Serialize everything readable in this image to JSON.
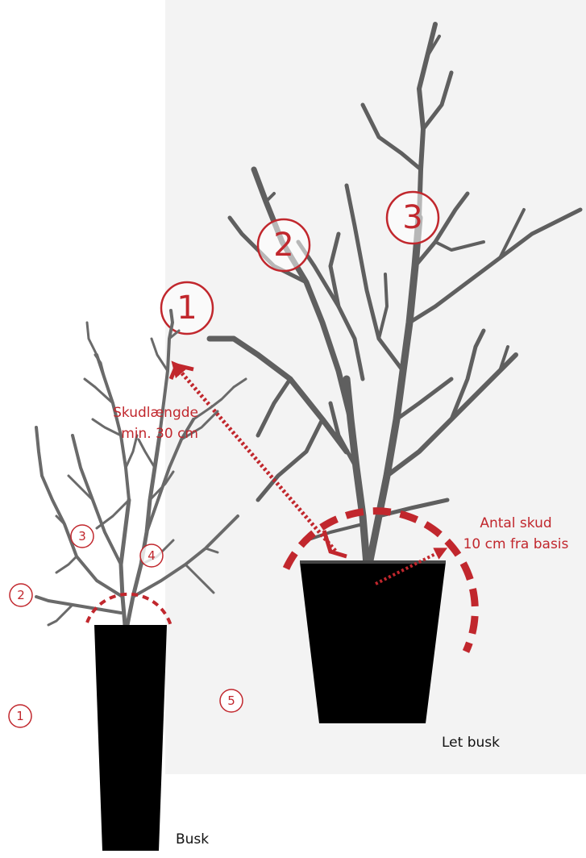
{
  "large_plant": {
    "shoot_numbers": [
      "1",
      "2",
      "3"
    ],
    "shoot_length_label_line1": "Skudlængde",
    "shoot_length_label_line2": "min. 30 cm",
    "count_label_line1": "Antal skud",
    "count_label_line2": "10 cm fra basis",
    "caption": "Let busk"
  },
  "small_plant": {
    "shoot_numbers": [
      "1",
      "2",
      "3",
      "4",
      "5"
    ],
    "caption": "Busk"
  },
  "colors": {
    "accent": "#c1272d",
    "branch": "#5f5f5f",
    "pot": "#000000",
    "backdrop": "#f3f3f3"
  }
}
